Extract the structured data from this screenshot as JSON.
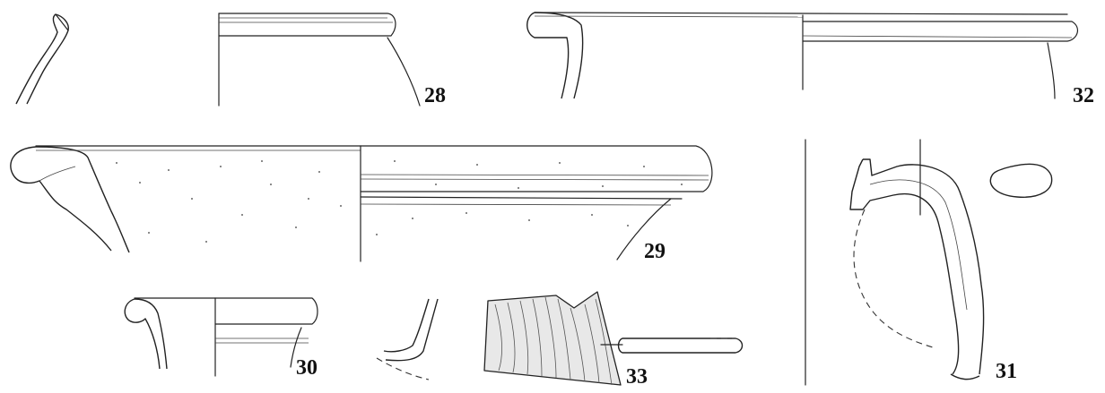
{
  "plate": {
    "fragments": [
      {
        "id": "sherd-28",
        "number": "28"
      },
      {
        "id": "sherd-29",
        "number": "29"
      },
      {
        "id": "sherd-30",
        "number": "30"
      },
      {
        "id": "sherd-31",
        "number": "31"
      },
      {
        "id": "sherd-32",
        "number": "32"
      },
      {
        "id": "sherd-33",
        "number": "33"
      }
    ],
    "ink_color": "#222222",
    "fill_color": "#e8e8e8",
    "background_color": "#ffffff"
  }
}
